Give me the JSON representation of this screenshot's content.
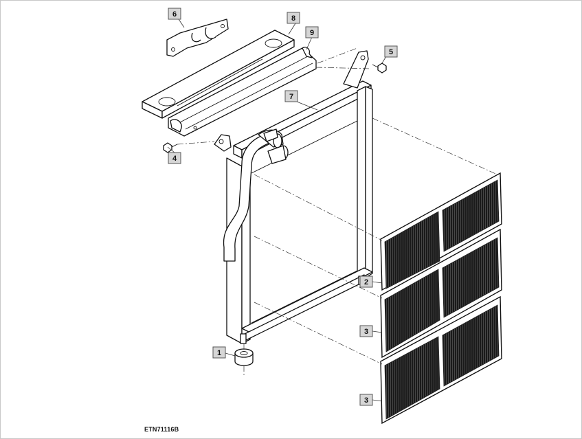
{
  "figure": {
    "id_label": "ETN71116B"
  },
  "callouts": [
    {
      "number": "1"
    },
    {
      "number": "2"
    },
    {
      "number": "3"
    },
    {
      "number": "3"
    },
    {
      "number": "4"
    },
    {
      "number": "5"
    },
    {
      "number": "6"
    },
    {
      "number": "7"
    },
    {
      "number": "8"
    },
    {
      "number": "9"
    }
  ]
}
